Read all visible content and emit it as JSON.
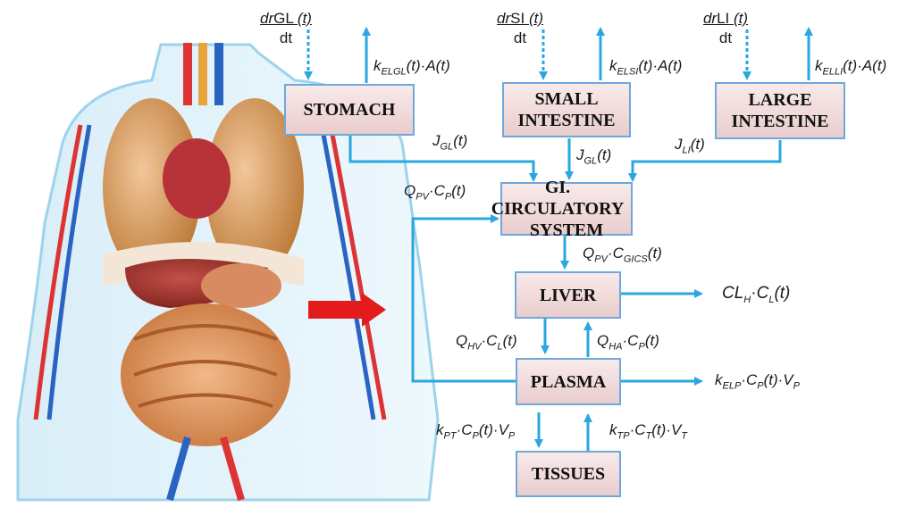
{
  "compartments": {
    "stomach": "STOMACH",
    "small_intestine": [
      "SMALL",
      "INTESTINE"
    ],
    "large_intestine": [
      "LARGE",
      "INTESTINE"
    ],
    "gi_circulatory": [
      "GI. CIRCULATORY",
      "SYSTEM"
    ],
    "liver": "LIVER",
    "plasma": "PLASMA",
    "tissues": "TISSUES"
  },
  "dissolution": {
    "gl": {
      "dr": "dr",
      "sub": "GL",
      "t": "(t)",
      "den": "dt"
    },
    "si": {
      "dr": "dr",
      "sub": "SI",
      "t": "(t)",
      "den": "dt"
    },
    "li": {
      "dr": "dr",
      "sub": "LI",
      "t": "(t)",
      "den": "dt"
    }
  },
  "flows": {
    "k_elgl": "k_ELGL(t)·A(t)",
    "k_elsi": "k_ELSI(t)·A(t)",
    "k_elli": "k_ELLI(t)·A(t)",
    "j_gl_stomach": "J_GL(t)",
    "j_gl_si": "J_GL(t)",
    "j_li": "J_LI(t)",
    "q_pv_cp": "Q_PV·C_P(t)",
    "q_pv_cgics": "Q_PV·C_GICS(t)",
    "cl_h": "CL_H·C_L(t)",
    "q_hv": "Q_HV·C_L(t)",
    "q_ha": "Q_HA·C_P(t)",
    "k_elp": "k_ELP·C_P(t)·V_P",
    "k_pt": "k_PT·C_P(t)·V_P",
    "k_tp": "k_TP·C_T(t)·V_T"
  },
  "colors": {
    "arrow": "#2aa7e0",
    "box_border": "#6fa8dc",
    "highlight_arrow": "#e31b1b"
  }
}
